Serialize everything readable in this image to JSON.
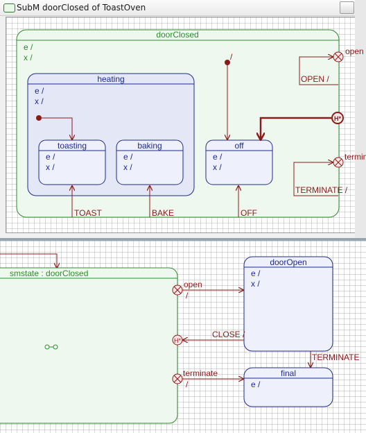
{
  "window": {
    "title": "SubM doorClosed of ToastOven"
  },
  "colors": {
    "green": "#2e8b2e",
    "blue": "#1f2a8c",
    "red": "#8b1a1a",
    "stateFill": "#eef0fb",
    "compositeFill": "#eff8ef"
  },
  "diagram": {
    "doorClosed": {
      "name": "doorClosed",
      "entry": "e /",
      "exit": "x /"
    },
    "heating": {
      "name": "heating",
      "entry": "e /",
      "exit": "x /"
    },
    "toasting": {
      "name": "toasting",
      "entry": "e /",
      "exit": "x /"
    },
    "baking": {
      "name": "baking",
      "entry": "e /",
      "exit": "x /"
    },
    "off": {
      "name": "off",
      "entry": "e /",
      "exit": "x /"
    },
    "init_label": "/",
    "exit_open": "open",
    "exit_terminate": "terminate",
    "t_open": "OPEN /",
    "t_terminate": "TERMINATE /",
    "t_toast": "TOAST",
    "t_bake": "BAKE",
    "t_off": "OFF",
    "history": "H*"
  },
  "parent": {
    "smstate": "smstate : doorClosed",
    "doorOpen": {
      "name": "doorOpen",
      "entry": "e /",
      "exit": "x /"
    },
    "final": {
      "name": "final",
      "entry": "e /"
    },
    "open_label": "open",
    "open_slash": "/",
    "terminate_label": "terminate",
    "terminate_slash": "/",
    "t_close": "CLOSE /",
    "t_terminate": "TERMINATE",
    "history": "H*"
  }
}
